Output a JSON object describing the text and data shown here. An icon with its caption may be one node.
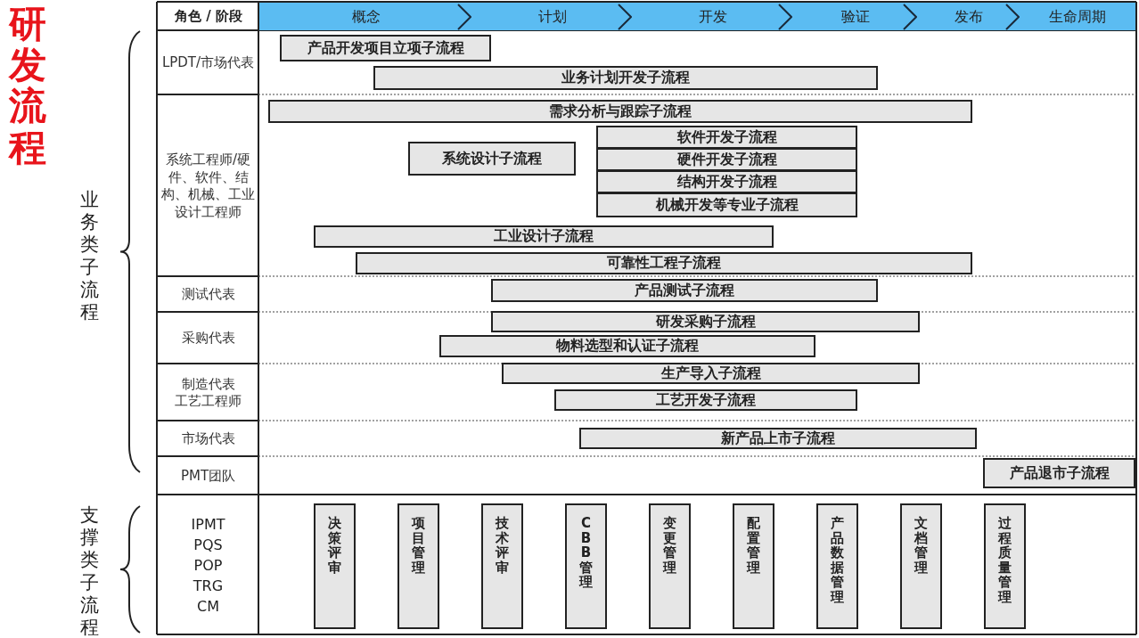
{
  "diagram": {
    "title": "研发流程",
    "nodes": [
      {
        "text": [
          "角色 / 阶段"
        ]
      },
      {
        "text": [
          "概念"
        ]
      },
      {
        "text": [
          "计划"
        ]
      },
      {
        "text": [
          "开发"
        ]
      },
      {
        "text": [
          "验证"
        ]
      },
      {
        "text": [
          "发布"
        ]
      },
      {
        "text": [
          "生命周期"
        ]
      },
      {
        "text": [
          "LPDT/市场代表"
        ]
      },
      {
        "text": [
          "产品开发项目立项子流程"
        ]
      },
      {
        "text": [
          "业务计划开发子流程"
        ]
      },
      {
        "text": [
          "系统工程师/硬件、软件、结构、机械、工业设计工程师"
        ]
      },
      {
        "text": [
          "需求分析与跟踪子流程"
        ]
      },
      {
        "text": [
          "系统设计子流程"
        ]
      },
      {
        "text": [
          "软件开发子流程"
        ]
      },
      {
        "text": [
          "硬件开发子流程"
        ]
      },
      {
        "text": [
          "结构开发子流程"
        ]
      },
      {
        "text": [
          "机械开发等专业子流程"
        ]
      },
      {
        "text": [
          "工业设计子流程"
        ]
      },
      {
        "text": [
          "可靠性工程子流程"
        ]
      },
      {
        "text": [
          "测试代表"
        ]
      },
      {
        "text": [
          "产品测试子流程"
        ]
      },
      {
        "text": [
          "采购代表"
        ]
      },
      {
        "text": [
          "研发采购子流程"
        ]
      },
      {
        "text": [
          "物料选型和认证子流程"
        ]
      },
      {
        "text": [
          "制造代表",
          "工艺工程师"
        ]
      },
      {
        "text": [
          "生产导入子流程"
        ]
      },
      {
        "text": [
          "工艺开发子流程"
        ]
      },
      {
        "text": [
          "市场代表"
        ]
      },
      {
        "text": [
          "新产品上市子流程"
        ]
      },
      {
        "text": [
          "PMT团队"
        ]
      },
      {
        "text": [
          "产品退市子流程"
        ]
      },
      {
        "text": [
          "IPMT",
          "PQS",
          "POP",
          "TRG",
          "CM"
        ]
      },
      {
        "text": [
          "决策评审"
        ]
      },
      {
        "text": [
          "项目管理"
        ]
      },
      {
        "text": [
          "技术评审"
        ]
      },
      {
        "text": [
          "CBB管理"
        ]
      },
      {
        "text": [
          "变更管理"
        ]
      },
      {
        "text": [
          "配置管理"
        ]
      },
      {
        "text": [
          "产品数据管理"
        ]
      },
      {
        "text": [
          "文档管理"
        ]
      },
      {
        "text": [
          "过程质量管理"
        ]
      }
    ],
    "labels": [
      "业务类子流程",
      "支撑类子流程"
    ]
  }
}
